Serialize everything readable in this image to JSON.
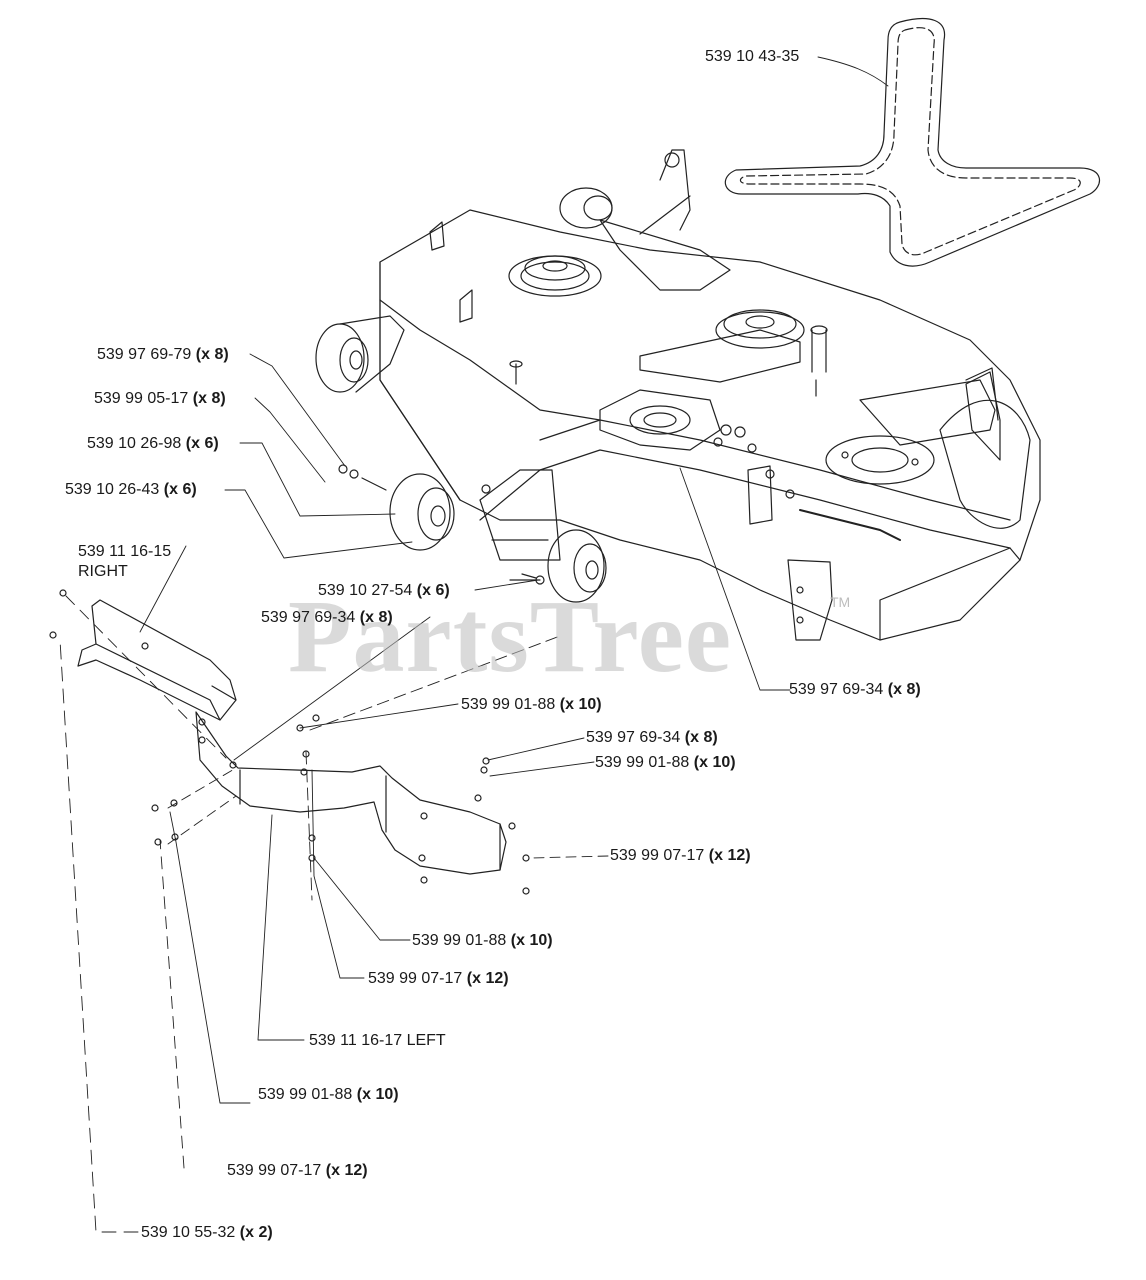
{
  "watermark": {
    "text": "PartsTree",
    "tm": "TM"
  },
  "callouts": [
    {
      "id": "belt",
      "part": "539 10 43-35",
      "qty": ""
    },
    {
      "id": "c1",
      "part": "539 97 69-79",
      "qty": "(x 8)"
    },
    {
      "id": "c2",
      "part": "539 99 05-17",
      "qty": "(x 8)"
    },
    {
      "id": "c3",
      "part": "539 10 26-98",
      "qty": "(x 6)"
    },
    {
      "id": "c4",
      "part": "539 10 26-43",
      "qty": "(x 6)"
    },
    {
      "id": "right",
      "part": "539 11 16-15",
      "qty": "RIGHT"
    },
    {
      "id": "c5",
      "part": "539 10 27-54",
      "qty": "(x 6)"
    },
    {
      "id": "c6",
      "part": "539 97 69-34",
      "qty": "(x 8)"
    },
    {
      "id": "c7",
      "part": "539 97 69-34",
      "qty": "(x 8)"
    },
    {
      "id": "c8",
      "part": "539 99 01-88",
      "qty": "(x 10)"
    },
    {
      "id": "c9",
      "part": "539 97 69-34",
      "qty": "(x 8)"
    },
    {
      "id": "c10",
      "part": "539 99 01-88",
      "qty": "(x 10)"
    },
    {
      "id": "c11",
      "part": "539 99 07-17",
      "qty": "(x 12)"
    },
    {
      "id": "c12",
      "part": "539 99 01-88",
      "qty": "(x 10)"
    },
    {
      "id": "c13",
      "part": "539 99 07-17",
      "qty": "(x 12)"
    },
    {
      "id": "left",
      "part": "539 11 16-17 LEFT",
      "qty": ""
    },
    {
      "id": "c14",
      "part": "539 99 01-88",
      "qty": "(x 10)"
    },
    {
      "id": "c15",
      "part": "539 99 07-17",
      "qty": "(x 12)"
    },
    {
      "id": "c16",
      "part": "539 10 55-32",
      "qty": "(x 2)"
    }
  ]
}
